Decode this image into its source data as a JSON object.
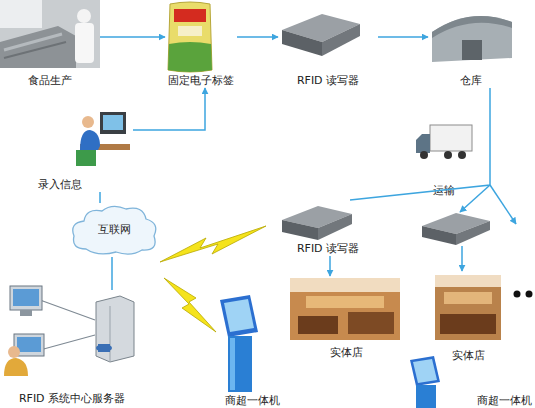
{
  "diagram": {
    "nodes": [
      {
        "text": [
          "食品生产"
        ]
      },
      {
        "text": [
          "固定电子标签"
        ]
      },
      {
        "text": [
          "RFID 读写器"
        ]
      },
      {
        "text": [
          "仓库"
        ]
      },
      {
        "text": [
          "录入信息"
        ]
      },
      {
        "text": [
          "运输"
        ]
      },
      {
        "text": [
          "互联网"
        ]
      },
      {
        "text": [
          "RFID 系统中心服务器"
        ]
      },
      {
        "text": [
          "RFID 读写器"
        ]
      },
      {
        "text": [
          "实体店"
        ]
      },
      {
        "text": [
          "实体店"
        ]
      },
      {
        "text": [
          "商超一体机"
        ]
      },
      {
        "text": [
          "商超一体机"
        ]
      }
    ],
    "edges": [
      {
        "from": 0,
        "to": 1,
        "arrow": "to"
      },
      {
        "from": 1,
        "to": 2,
        "arrow": "to"
      },
      {
        "from": 2,
        "to": 3,
        "arrow": "to"
      },
      {
        "from": 4,
        "to": 1,
        "arrow": "to"
      },
      {
        "from": 6,
        "to": 4,
        "arrow": "none"
      },
      {
        "from": 6,
        "to": 7,
        "arrow": "none"
      },
      {
        "from": 3,
        "to": 8,
        "arrow": "none"
      },
      {
        "from": 8,
        "to": 9,
        "arrow": "to"
      }
    ]
  }
}
